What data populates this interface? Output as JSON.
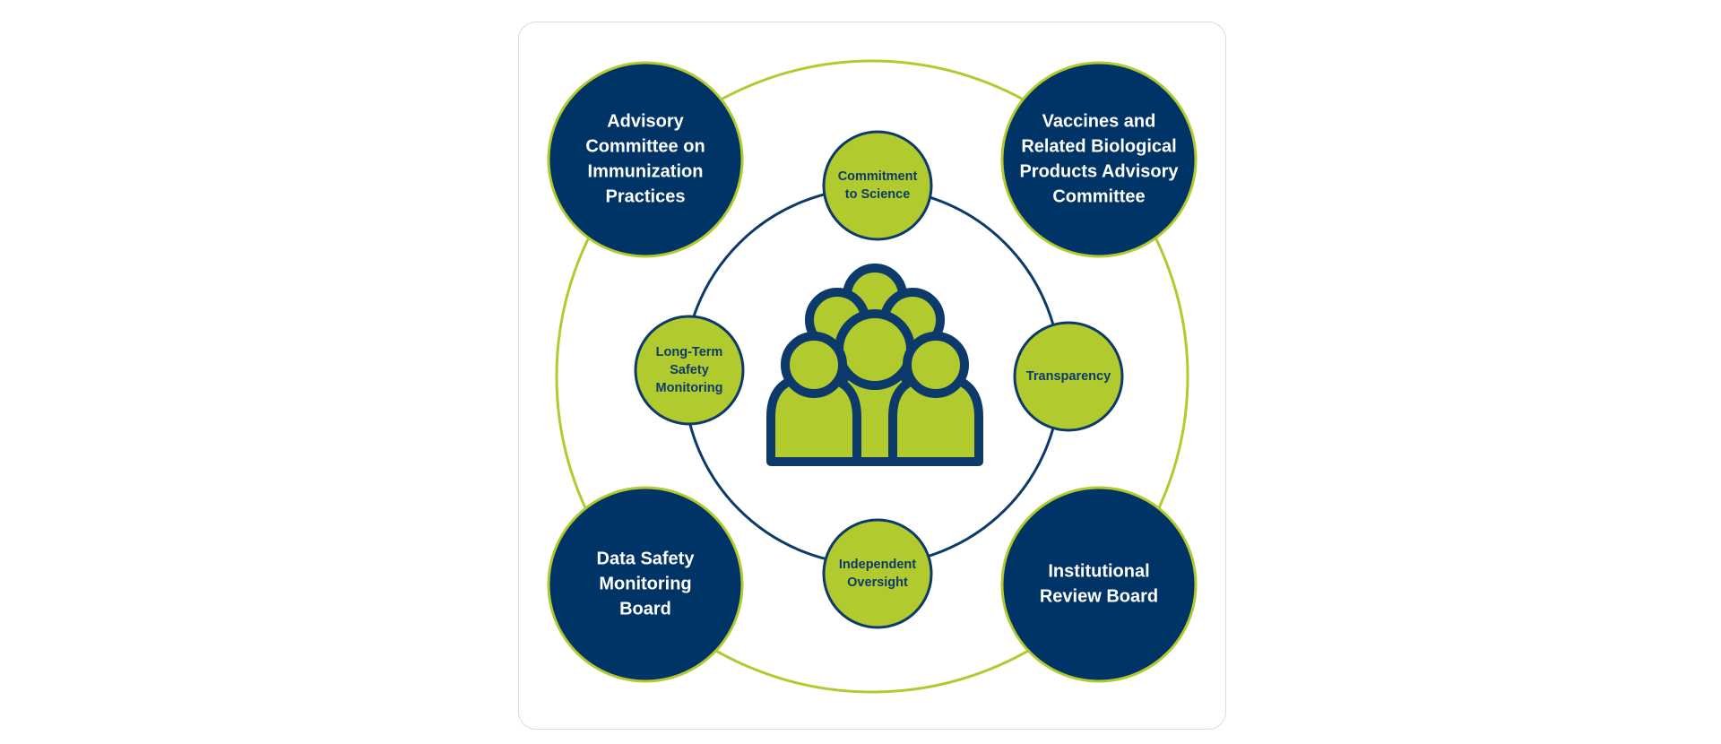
{
  "colors": {
    "navy": "#003366",
    "lime": "#b1cb2e",
    "outline": "#0b3a6b",
    "card_border": "#dcdcdc"
  },
  "center_icon": "group-of-people-icon",
  "outer_nodes": [
    {
      "lines": [
        "Advisory",
        "Committee on",
        "Immunization",
        "Practices"
      ]
    },
    {
      "lines": [
        "Vaccines and",
        "Related Biological",
        "Products Advisory",
        "Committee"
      ]
    },
    {
      "lines": [
        "Data Safety",
        "Monitoring",
        "Board"
      ]
    },
    {
      "lines": [
        "Institutional",
        "Review Board"
      ]
    }
  ],
  "inner_nodes": [
    {
      "lines": [
        "Commitment",
        "to Science"
      ]
    },
    {
      "lines": [
        "Transparency"
      ]
    },
    {
      "lines": [
        "Independent",
        "Oversight"
      ]
    },
    {
      "lines": [
        "Long-Term",
        "Safety",
        "Monitoring"
      ]
    }
  ]
}
